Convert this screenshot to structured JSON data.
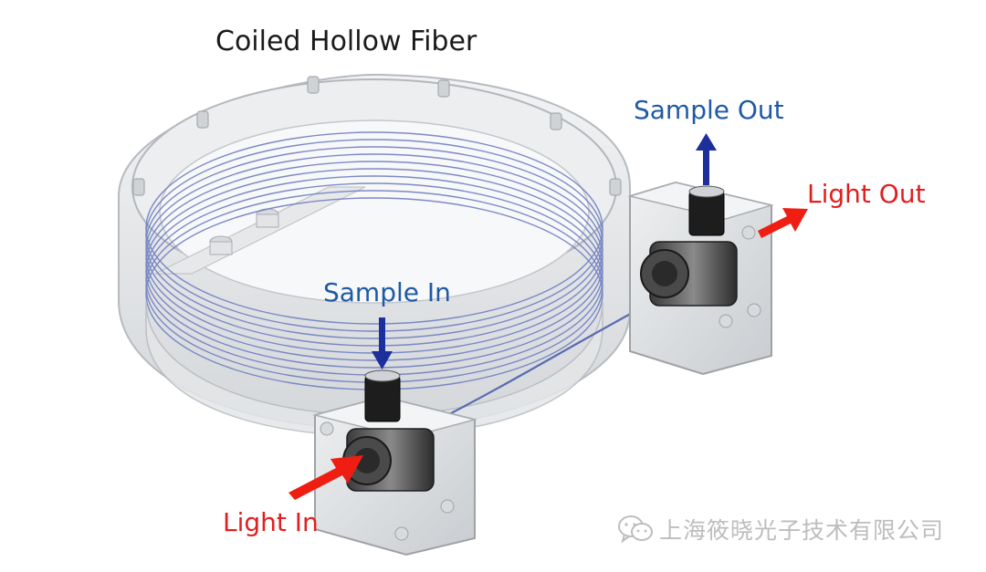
{
  "diagram": {
    "title": "Coiled Hollow Fiber",
    "labels": {
      "sample_out": "Sample Out",
      "sample_in": "Sample In",
      "light_out": "Light Out",
      "light_in": "Light In"
    },
    "colors": {
      "sample_label": "#1f5aa6",
      "sample_arrow": "#1c2f9c",
      "light_label": "#e02020",
      "light_arrow": "#f01d12",
      "fiber": "#6f7fc0",
      "housing": "#e2e4e6"
    }
  },
  "watermark": {
    "icon": "wechat-icon",
    "text": "上海筱晓光子技术有限公司"
  }
}
